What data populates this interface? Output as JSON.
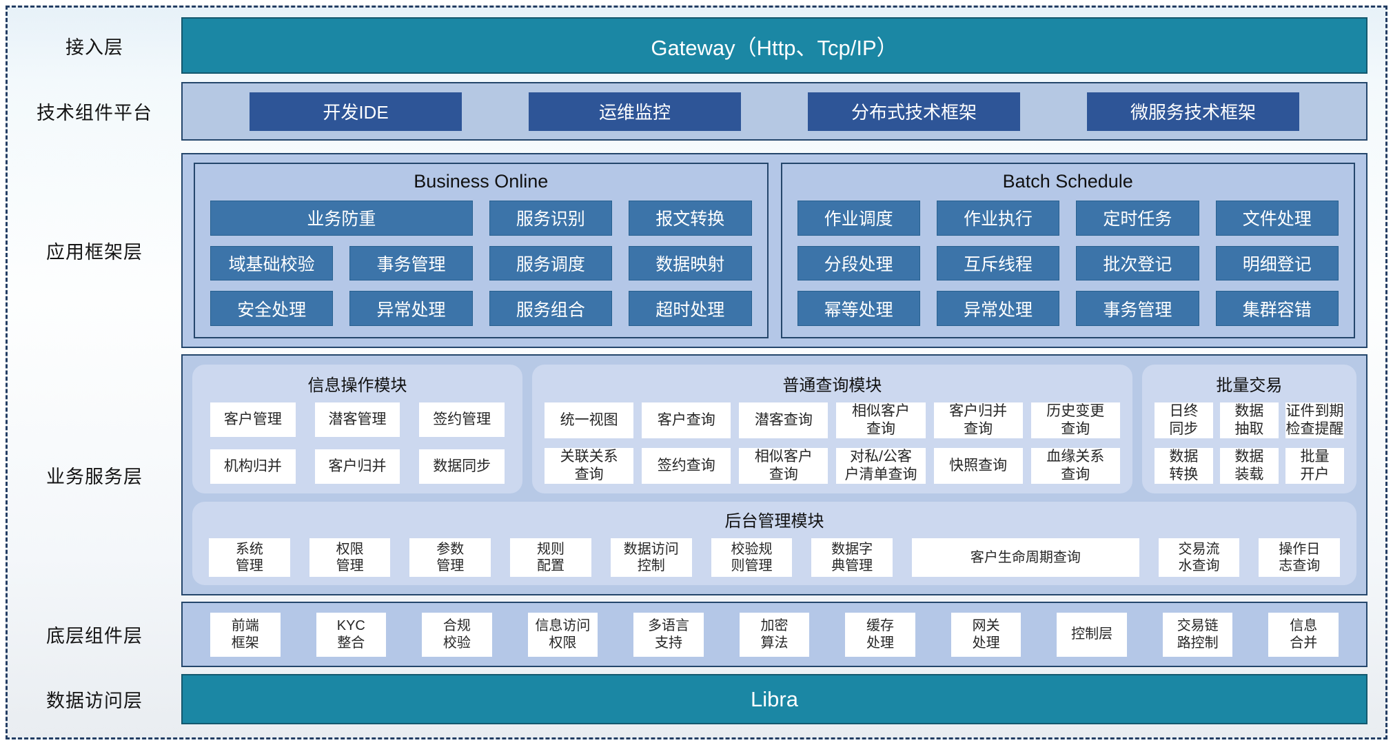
{
  "layers": {
    "access": {
      "label": "接入层",
      "bar": "Gateway（Http、Tcp/IP）"
    },
    "tech_platform": {
      "label": "技术组件平台",
      "items": [
        "开发IDE",
        "运维监控",
        "分布式技术框架",
        "微服务技术框架"
      ]
    },
    "app_framework": {
      "label": "应用框架层",
      "business_online": {
        "title": "Business Online",
        "items": [
          "业务防重",
          "服务识别",
          "报文转换",
          "域基础校验",
          "事务管理",
          "服务调度",
          "数据映射",
          "安全处理",
          "异常处理",
          "服务组合",
          "超时处理"
        ]
      },
      "batch_schedule": {
        "title": "Batch Schedule",
        "items": [
          "作业调度",
          "作业执行",
          "定时任务",
          "文件处理",
          "分段处理",
          "互斥线程",
          "批次登记",
          "明细登记",
          "幂等处理",
          "异常处理",
          "事务管理",
          "集群容错"
        ]
      }
    },
    "business_service": {
      "label": "业务服务层",
      "info_module": {
        "title": "信息操作模块",
        "items": [
          "客户管理",
          "潜客管理",
          "签约管理",
          "机构归并",
          "客户归并",
          "数据同步"
        ]
      },
      "query_module": {
        "title": "普通查询模块",
        "items": [
          "统一视图",
          "客户查询",
          "潜客查询",
          "相似客户\n查询",
          "客户归并\n查询",
          "历史变更\n查询",
          "关联关系\n查询",
          "签约查询",
          "相似客户\n查询",
          "对私/公客\n户清单查询",
          "快照查询",
          "血缘关系\n查询"
        ]
      },
      "batch_trade": {
        "title": "批量交易",
        "items": [
          "日终\n同步",
          "数据\n抽取",
          "证件到期\n检查提醒",
          "数据\n转换",
          "数据\n装载",
          "批量\n开户"
        ]
      },
      "admin_module": {
        "title": "后台管理模块",
        "items": [
          "系统\n管理",
          "权限\n管理",
          "参数\n管理",
          "规则\n配置",
          "数据访问\n控制",
          "校验规\n则管理",
          "数据字\n典管理",
          "客户生命周期查询",
          "交易流\n水查询",
          "操作日\n志查询"
        ]
      }
    },
    "base_components": {
      "label": "底层组件层",
      "items": [
        "前端\n框架",
        "KYC\n整合",
        "合规\n校验",
        "信息访问\n权限",
        "多语言\n支持",
        "加密\n算法",
        "缓存\n处理",
        "网关\n处理",
        "控制层",
        "交易链\n路控制",
        "信息\n合并"
      ]
    },
    "data_access": {
      "label": "数据访问层",
      "bar": "Libra"
    }
  },
  "colors": {
    "teal": "#1b87a4",
    "dark_blue": "#2e5597",
    "steel_blue": "#3c74a9",
    "panel_light": "#b4c7e7",
    "panel_rounded": "#ccd8ef",
    "border_navy": "#24466b"
  }
}
